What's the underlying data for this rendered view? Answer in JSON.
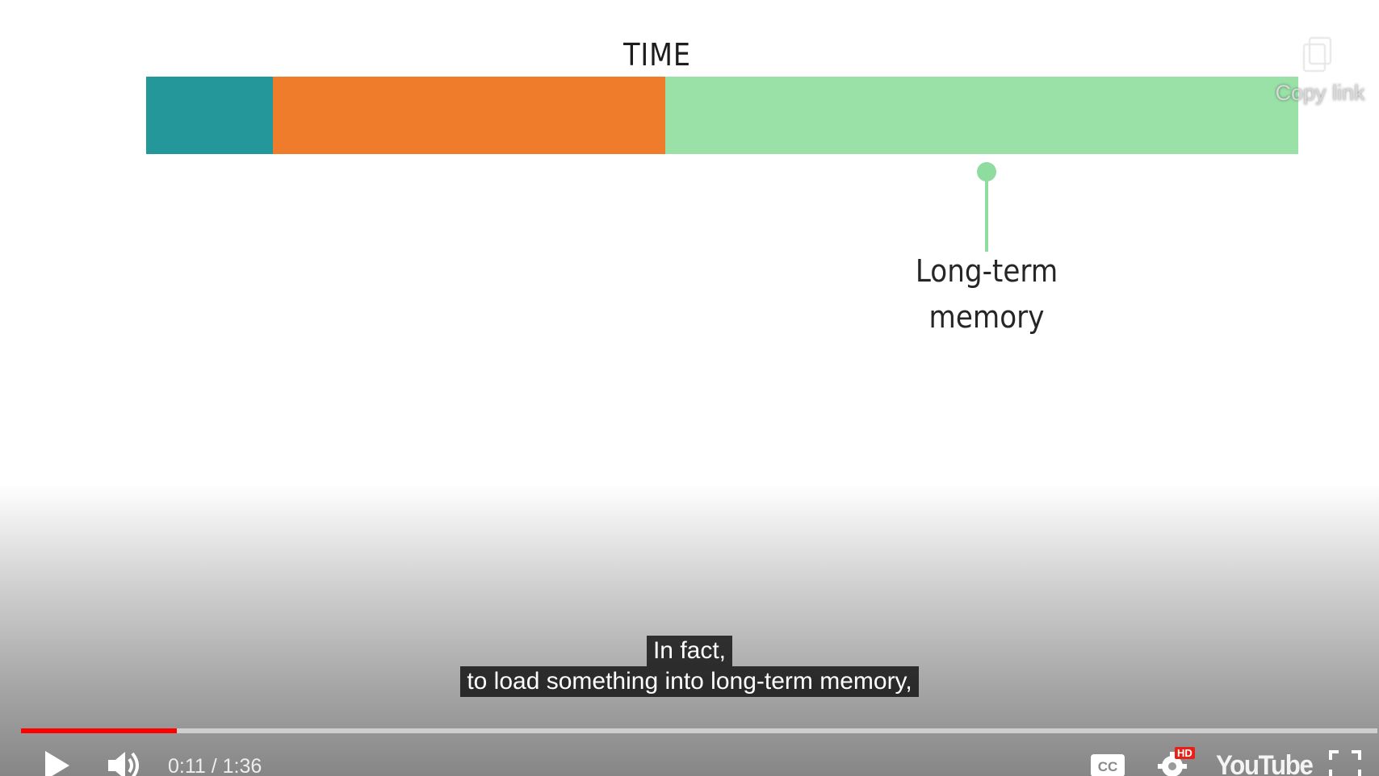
{
  "video": {
    "timeline_label": "TIME",
    "pin_label_line1": "Long-term",
    "pin_label_line2": "memory",
    "segment_colors": [
      "#24979a",
      "#ef7c2b",
      "#99e1a7"
    ]
  },
  "copy_link": {
    "label": "Copy link",
    "icon": "copy-icon"
  },
  "captions": {
    "line1": "In fact,",
    "line2": "to load something into long-term memory,"
  },
  "player": {
    "progress_fraction": 0.115,
    "time_display": "0:11 / 1:36",
    "hd_badge": "HD",
    "logo_text": "YouTube",
    "accent_color": "#ff0000",
    "icons": [
      "play-icon",
      "volume-icon",
      "cc-icon",
      "settings-icon",
      "fullscreen-icon"
    ]
  }
}
